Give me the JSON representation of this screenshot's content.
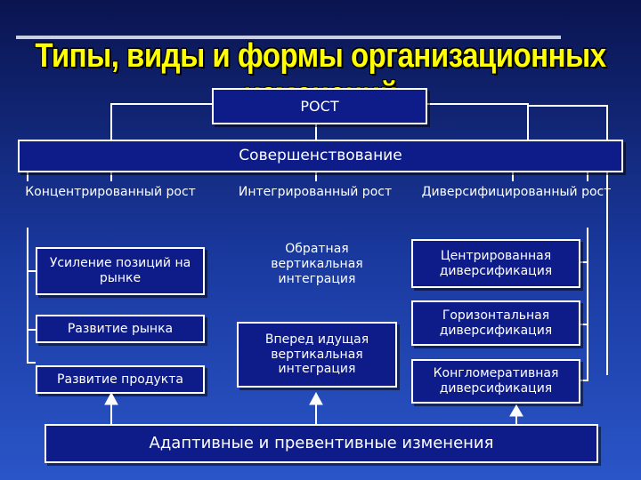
{
  "title": "Типы, виды и формы организационных изменений",
  "top_box": "РОСТ",
  "main_box": "Совершенствование",
  "column_headers": [
    "Концентрированный рост",
    "Интегрированный рост",
    "Диверсифицированный рост"
  ],
  "col1_items": [
    "Усиление позиций на рынке",
    "Развитие рынка",
    "Развитие продукта"
  ],
  "col2_items": [
    "Обратная вертикальная интеграция",
    "Вперед идущая вертикальная интеграция"
  ],
  "col3_items": [
    "Центрированная диверсификация",
    "Горизонтальная диверсификация",
    "Конгломеративная диверсификация"
  ],
  "bottom_box": "Адаптивные и превентивные изменения",
  "colors": {
    "title": "#ffff00",
    "box_fill": "#0e1c8a",
    "line": "#ffffff"
  }
}
